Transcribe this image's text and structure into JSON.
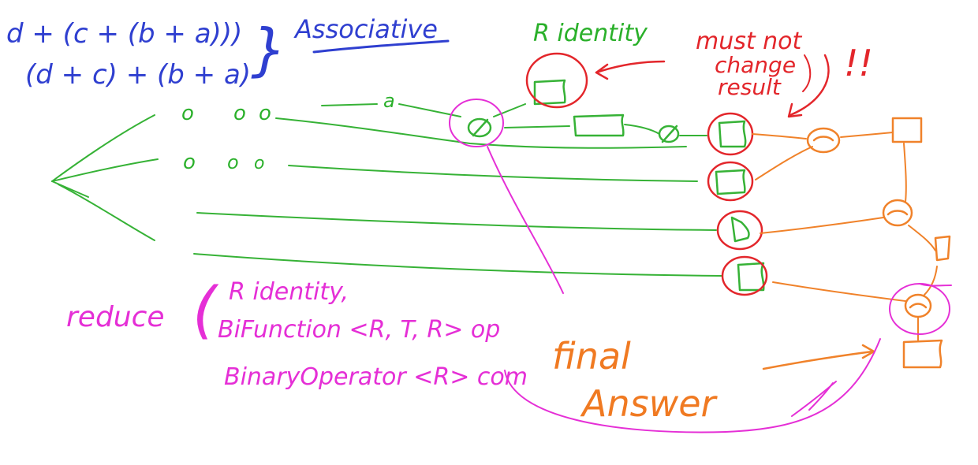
{
  "colors": {
    "blue": "#2f3fd0",
    "green": "#36b236",
    "red": "#e3262b",
    "magenta": "#e52fd6",
    "orange": "#f0822a"
  },
  "associative_note": {
    "expr1": "d + (c + (b + a)))",
    "expr2": "(d + c) + (b + a)",
    "brace": "}",
    "label": "Associative"
  },
  "identity_label": "R identity",
  "warning": {
    "line1": "must not",
    "line2": "change",
    "line3": "result",
    "bangs": "!!"
  },
  "stream_tokens": {
    "row1": [
      "o",
      "o",
      "o",
      "a"
    ],
    "row2": [
      "o",
      "o",
      "o"
    ]
  },
  "reduce_signature": {
    "name": "reduce",
    "paren": "(",
    "line1": "R identity,",
    "line2": "BiFunction <R, T, R> op",
    "line3": "BinaryOperator <R> com"
  },
  "final_answer": {
    "line1": "final",
    "line2": "Answer"
  }
}
